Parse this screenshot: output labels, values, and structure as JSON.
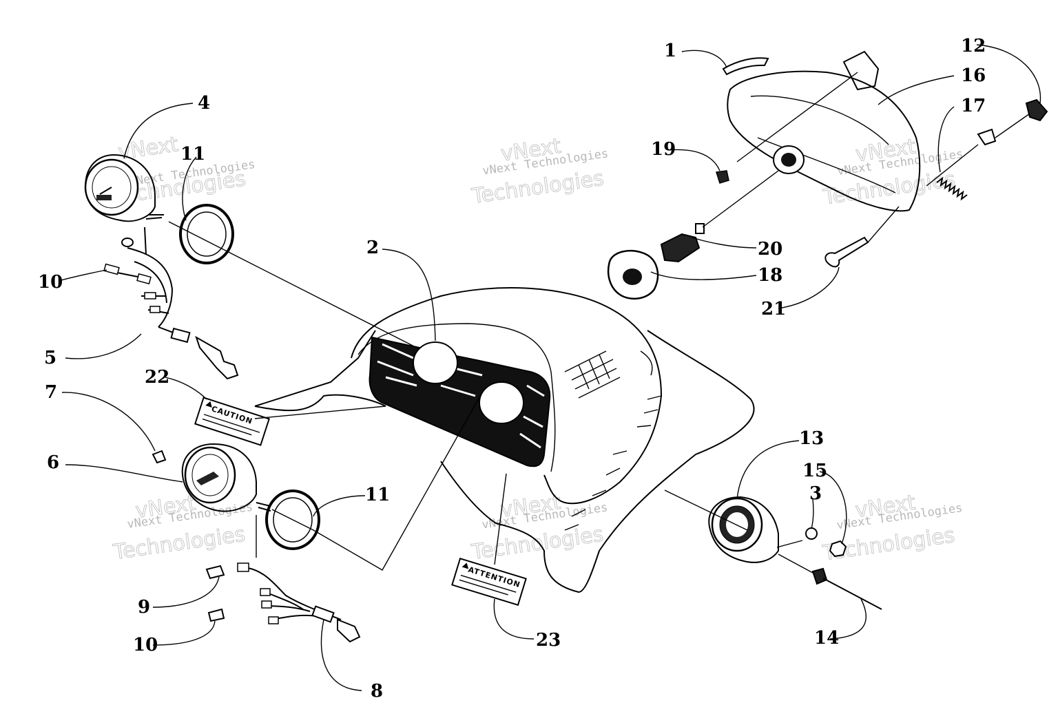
{
  "watermark": {
    "line1": "vNext",
    "line2": "vNext Technologies",
    "line3": "Technologies"
  },
  "labels": {
    "caution": "CAUTION",
    "attention": "ATTENTION"
  },
  "callouts": {
    "n1": "1",
    "n2": "2",
    "n3": "3",
    "n4": "4",
    "n5": "5",
    "n6": "6",
    "n7": "7",
    "n8": "8",
    "n9": "9",
    "n10a": "10",
    "n10b": "10",
    "n11a": "11",
    "n11b": "11",
    "n12": "12",
    "n13": "13",
    "n14": "14",
    "n15": "15",
    "n16": "16",
    "n17": "17",
    "n18": "18",
    "n19": "19",
    "n20": "20",
    "n21": "21",
    "n22": "22",
    "n23": "23"
  }
}
